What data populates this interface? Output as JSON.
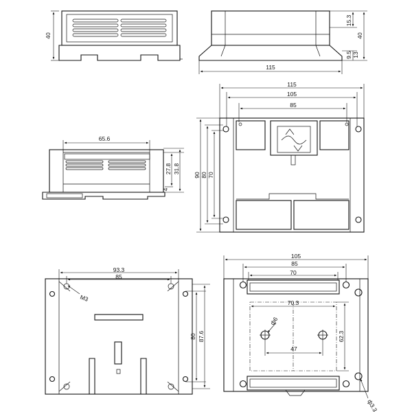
{
  "views": {
    "top_left": {
      "dims": {
        "height": "40"
      }
    },
    "top_right": {
      "dims": {
        "height_a": "15.3",
        "height_total": "40",
        "rail_a": "9.5",
        "rail_b": "13",
        "width": "115"
      }
    },
    "mid_left": {
      "dims": {
        "window_width": "65.6",
        "h_a": "27.8",
        "h_b": "31.8",
        "foot": "4"
      }
    },
    "mid_right": {
      "dims": {
        "width_outer": "115",
        "width_mid": "105",
        "width_inner": "85",
        "h_outer": "90",
        "h_mid": "80",
        "h_inner": "70"
      }
    },
    "bottom_left": {
      "dims": {
        "width_outer": "93.3",
        "width_inner": "85",
        "h_inner": "80",
        "h_outer": "87.6",
        "screw": "M3"
      }
    },
    "bottom_right": {
      "dims": {
        "width_outer": "105",
        "width_mid": "85",
        "width_inner": "70",
        "slot_width": "70.3",
        "hole_dia": "ф6",
        "hole_span": "47",
        "hole_height": "62.3",
        "corner_hole": "ф3.3"
      }
    }
  },
  "colors": {
    "line": "#111111",
    "background": "#ffffff"
  }
}
